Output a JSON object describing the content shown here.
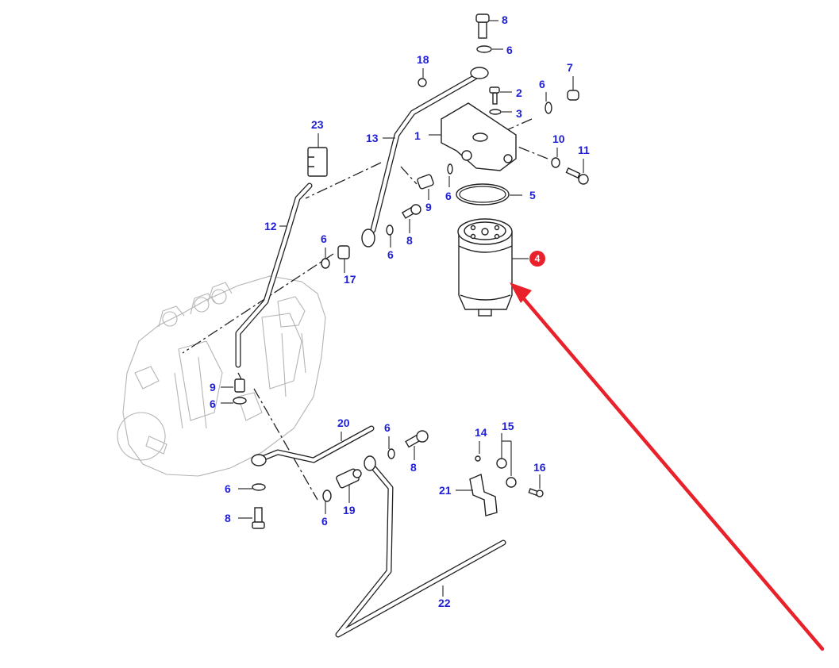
{
  "diagram": {
    "type": "exploded-parts-diagram",
    "subject": "Fuel filter assembly",
    "label_color": "#1f1fd6",
    "highlight_color": "#e8212a",
    "highlighted_part": "4",
    "labels": [
      {
        "id": "8a",
        "text": "8"
      },
      {
        "id": "6a",
        "text": "6"
      },
      {
        "id": "18",
        "text": "18"
      },
      {
        "id": "7",
        "text": "7"
      },
      {
        "id": "2",
        "text": "2"
      },
      {
        "id": "6b",
        "text": "6"
      },
      {
        "id": "3",
        "text": "3"
      },
      {
        "id": "23",
        "text": "23"
      },
      {
        "id": "13",
        "text": "13"
      },
      {
        "id": "1",
        "text": "1"
      },
      {
        "id": "10",
        "text": "10"
      },
      {
        "id": "11",
        "text": "11"
      },
      {
        "id": "6c",
        "text": "6"
      },
      {
        "id": "5",
        "text": "5"
      },
      {
        "id": "9a",
        "text": "9"
      },
      {
        "id": "12",
        "text": "12"
      },
      {
        "id": "8b",
        "text": "8"
      },
      {
        "id": "6d",
        "text": "6"
      },
      {
        "id": "6e",
        "text": "6"
      },
      {
        "id": "17",
        "text": "17"
      },
      {
        "id": "4",
        "text": "4"
      },
      {
        "id": "9b",
        "text": "9"
      },
      {
        "id": "6f",
        "text": "6"
      },
      {
        "id": "20",
        "text": "20"
      },
      {
        "id": "6g",
        "text": "6"
      },
      {
        "id": "14",
        "text": "14"
      },
      {
        "id": "15",
        "text": "15"
      },
      {
        "id": "8c",
        "text": "8"
      },
      {
        "id": "16",
        "text": "16"
      },
      {
        "id": "21",
        "text": "21"
      },
      {
        "id": "6h",
        "text": "6"
      },
      {
        "id": "8d",
        "text": "8"
      },
      {
        "id": "6i",
        "text": "6"
      },
      {
        "id": "19",
        "text": "19"
      },
      {
        "id": "22",
        "text": "22"
      }
    ]
  }
}
